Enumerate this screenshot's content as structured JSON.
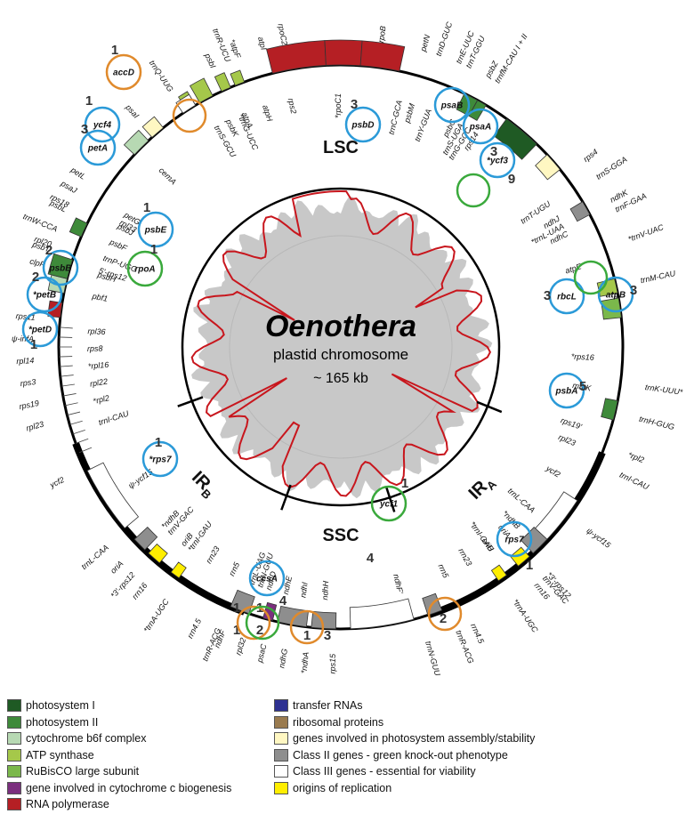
{
  "title": "Oenothera",
  "subtitle": "plastid chromosome",
  "size": "~ 165 kb",
  "regions": {
    "lsc": "LSC",
    "ssc": "SSC",
    "ira": "IR",
    "ira_sub": "A",
    "irb": "IR",
    "irb_sub": "B"
  },
  "colors": {
    "photosystem_I": "#1f5a24",
    "photosystem_II": "#3e8a3a",
    "cytochrome": "#b7d9b3",
    "atp": "#a5c84a",
    "rubisco": "#7bb84b",
    "cyt_c": "#7b2f7e",
    "rnap": "#b51f24",
    "trna": "#2e3192",
    "ribosomal": "#9a7b4f",
    "assembly": "#fff7c2",
    "class2": "#8e8e8e",
    "class3": "#ffffff",
    "ori": "#ffee00",
    "ring": "#000000",
    "gc_trace": "#c8161d",
    "gc_fill": "#b0b0b0",
    "circle_blue": "#2b9ad8",
    "circle_orange": "#e08a2c",
    "circle_green": "#3aa93c"
  },
  "genes": [
    {
      "label": "rpoC2",
      "angle": -11
    },
    {
      "label": "*rpoC1",
      "angle": 0
    },
    {
      "label": "rpoB",
      "angle": 8
    },
    {
      "label": "psbM",
      "angle": 17
    },
    {
      "label": "trnD-GUC",
      "angle": 19
    },
    {
      "label": "trnY-GUA",
      "angle": 21
    },
    {
      "label": "trnE-UUC",
      "angle": 23
    },
    {
      "label": "trnC-GCA",
      "angle": 14
    },
    {
      "label": "petN",
      "angle": 16
    },
    {
      "label": "trnS-UGA",
      "angle": 29
    },
    {
      "label": "trnfM-CAU I + II",
      "angle": 31
    },
    {
      "label": "rps14",
      "angle": 33
    },
    {
      "label": "trnT-GGU",
      "angle": 25
    },
    {
      "label": "psbC",
      "angle": 27
    },
    {
      "label": "psbZ",
      "angle": 29
    },
    {
      "label": "trnG-GCC",
      "angle": 31
    },
    {
      "label": "rps4",
      "angle": 53
    },
    {
      "label": "trnT-UGU",
      "angle": 56
    },
    {
      "label": "trnS-GGA",
      "angle": 57
    },
    {
      "label": "*trnL-UAA",
      "angle": 62
    },
    {
      "label": "trnF-GAA",
      "angle": 64
    },
    {
      "label": "ndhJ",
      "angle": 60
    },
    {
      "label": "ndhK",
      "angle": 62
    },
    {
      "label": "ndhC",
      "angle": 64
    },
    {
      "label": "*trnV-UAC",
      "angle": 70
    },
    {
      "label": "atpE",
      "angle": 72
    },
    {
      "label": "trnM-CAU",
      "angle": 78
    },
    {
      "label": "*rps16",
      "angle": 93
    },
    {
      "label": "trnK-UUU*",
      "angle": 98
    },
    {
      "label": "matK",
      "angle": 100
    },
    {
      "label": "trnH-GUG",
      "angle": 104
    },
    {
      "label": "rps19'",
      "angle": 109
    },
    {
      "label": "*rpl2",
      "angle": 111
    },
    {
      "label": "rpl23",
      "angle": 113
    },
    {
      "label": "trnI-CAU",
      "angle": 115
    },
    {
      "label": "ycf2",
      "angle": 121
    },
    {
      "label": "ψ-ycf15",
      "angle": 127
    },
    {
      "label": "trnL-CAA",
      "angle": 131
    },
    {
      "label": "trnV-GAC",
      "angle": 139
    },
    {
      "label": "oriA",
      "angle": 139
    },
    {
      "label": "rrn16",
      "angle": 141
    },
    {
      "label": "*trnI-GAU",
      "angle": 144
    },
    {
      "label": "*trnA-UGC",
      "angle": 146
    },
    {
      "label": "rrn23",
      "angle": 150
    },
    {
      "label": "rrn4.5",
      "angle": 155
    },
    {
      "label": "rrn5",
      "angle": 156
    },
    {
      "label": "trnR-ACG",
      "angle": 158
    },
    {
      "label": "*ndhB",
      "angle": 136
    },
    {
      "label": "*3'-rps12",
      "angle": 138
    },
    {
      "label": "oriB",
      "angle": 144
    },
    {
      "label": "trnN-GUU",
      "angle": 164
    },
    {
      "label": "ndhF'",
      "angle": 167
    },
    {
      "label": "rps15",
      "angle": 181
    },
    {
      "label": "ndhH",
      "angle": 183
    },
    {
      "label": "*ndhA",
      "angle": 186
    },
    {
      "label": "ndhI",
      "angle": 188
    },
    {
      "label": "ndhG",
      "angle": 190
    },
    {
      "label": "ndhE",
      "angle": 192
    },
    {
      "label": "psaC",
      "angle": 194
    },
    {
      "label": "ndhD",
      "angle": 196
    },
    {
      "label": "ndhF",
      "angle": 202
    },
    {
      "label": "trnN-GUU",
      "angle": 198
    },
    {
      "label": "rpl32",
      "angle": 198
    },
    {
      "label": "trnL-UAG",
      "angle": 200
    },
    {
      "label": "trnR-ACG",
      "angle": 203
    },
    {
      "label": "rrn5",
      "angle": 205
    },
    {
      "label": "rrn4.5",
      "angle": 207
    },
    {
      "label": "rrn23",
      "angle": 211
    },
    {
      "label": "*trnA-UGC",
      "angle": 214
    },
    {
      "label": "*trnI-GAU",
      "angle": 216
    },
    {
      "label": "rrn16",
      "angle": 219
    },
    {
      "label": "trnV-GAC",
      "angle": 222
    },
    {
      "label": "oriA",
      "angle": 225
    },
    {
      "label": "oriB",
      "angle": 218
    },
    {
      "label": "*3'-rps12",
      "angle": 222
    },
    {
      "label": "*ndhB",
      "angle": 224
    },
    {
      "label": "trnL-CAA",
      "angle": 229
    },
    {
      "label": "ψ-ycf15",
      "angle": 236
    },
    {
      "label": "ycf2",
      "angle": 244
    },
    {
      "label": "trnI-CAU",
      "angle": 252
    },
    {
      "label": "rpl23",
      "angle": 255
    },
    {
      "label": "*rpl2",
      "angle": 257
    },
    {
      "label": "rps19",
      "angle": 259
    },
    {
      "label": "rpl22",
      "angle": 261
    },
    {
      "label": "rps3",
      "angle": 263
    },
    {
      "label": "*rpl16",
      "angle": 265
    },
    {
      "label": "rpl14",
      "angle": 267
    },
    {
      "label": "rps8",
      "angle": 269
    },
    {
      "label": "ψ-infA",
      "angle": 271
    },
    {
      "label": "rpl36",
      "angle": 273
    },
    {
      "label": "rps11",
      "angle": 275
    },
    {
      "label": "pbf1",
      "angle": 281
    },
    {
      "label": "clpP",
      "angle": 285
    },
    {
      "label": "5'-rps12",
      "angle": 287
    },
    {
      "label": "rpl20",
      "angle": 289
    },
    {
      "label": "psbH",
      "angle": 286
    },
    {
      "label": "psbT",
      "angle": 288
    },
    {
      "label": "trnP-UGG",
      "angle": 290
    },
    {
      "label": "trnW-CCA",
      "angle": 292
    },
    {
      "label": "psbF",
      "angle": 294
    },
    {
      "label": "psbL",
      "angle": 296
    },
    {
      "label": "psbJ",
      "angle": 298
    },
    {
      "label": "rps18",
      "angle": 297
    },
    {
      "label": "rpl33",
      "angle": 299
    },
    {
      "label": "psaJ",
      "angle": 300
    },
    {
      "label": "petG",
      "angle": 301
    },
    {
      "label": "petL",
      "angle": 303
    },
    {
      "label": "cemA",
      "angle": 314
    },
    {
      "label": "psaI",
      "angle": 318
    },
    {
      "label": "psbK",
      "angle": 333
    },
    {
      "label": "psbI",
      "angle": 335
    },
    {
      "label": "*trnG-UCC",
      "angle": 336
    },
    {
      "label": "trnR-UCU",
      "angle": 338
    },
    {
      "label": "trnS-GCU",
      "angle": 330
    },
    {
      "label": "trnQ-UUG",
      "angle": 326
    },
    {
      "label": "atpA",
      "angle": 337
    },
    {
      "label": "*atpF",
      "angle": 340
    },
    {
      "label": "atpH",
      "angle": 342
    },
    {
      "label": "atpI",
      "angle": 345
    },
    {
      "label": "rps2",
      "angle": 348
    }
  ],
  "circled": [
    {
      "label": "accD",
      "color": "orange",
      "count": "1"
    },
    {
      "label": "ycf4",
      "color": "blue",
      "count": "1"
    },
    {
      "label": "petA",
      "color": "blue",
      "count": "3"
    },
    {
      "label": "psbE",
      "color": "blue",
      "count": "1"
    },
    {
      "label": "psbB",
      "color": "blue",
      "count": "2"
    },
    {
      "label": "*petB",
      "color": "blue",
      "count": "2"
    },
    {
      "label": "*petD",
      "color": "blue",
      "count": "1"
    },
    {
      "label": "rpoA",
      "color": "green",
      "count": "1"
    },
    {
      "label": "psbD",
      "color": "blue",
      "count": "3"
    },
    {
      "label": "psaB",
      "color": "blue",
      "count": ""
    },
    {
      "label": "psaA",
      "color": "blue",
      "count": "3"
    },
    {
      "label": "*ycf3",
      "color": "blue",
      "count": "9"
    },
    {
      "label": "atpB",
      "color": "blue",
      "count": "3"
    },
    {
      "label": "rbcL",
      "color": "blue",
      "count": "3"
    },
    {
      "label": "psbA",
      "color": "blue",
      "count": "5"
    },
    {
      "label": "rps7",
      "color": "blue",
      "count": "1"
    },
    {
      "label": "*rps7",
      "color": "blue",
      "count": "1"
    },
    {
      "label": "ycf1",
      "color": "green",
      "count": "1"
    },
    {
      "label": "ccsA",
      "color": "blue",
      "count": "4"
    }
  ],
  "counts": [
    "1",
    "2",
    "1",
    "3",
    "2",
    "4",
    "1",
    "1",
    "1",
    "1",
    "1",
    "1",
    "1",
    "1",
    "2"
  ],
  "legend": {
    "left": [
      {
        "key": "photosystem_I",
        "text": "photosystem I"
      },
      {
        "key": "photosystem_II",
        "text": "photosystem II"
      },
      {
        "key": "cytochrome",
        "text": "cytochrome b6f complex"
      },
      {
        "key": "atp",
        "text": "ATP synthase"
      },
      {
        "key": "rubisco",
        "text": "RuBisCO large subunit"
      },
      {
        "key": "cyt_c",
        "text": "gene involved in cytochrome c biogenesis"
      },
      {
        "key": "rnap",
        "text": "RNA polymerase"
      }
    ],
    "right": [
      {
        "key": "trna",
        "text": "transfer RNAs"
      },
      {
        "key": "ribosomal",
        "text": "ribosomal proteins"
      },
      {
        "key": "assembly",
        "text": "genes involved in photosystem assembly/stability"
      },
      {
        "key": "class2",
        "text": "Class II genes - green knock-out phenotype"
      },
      {
        "key": "class3",
        "text": "Class III genes - essential for viability"
      },
      {
        "key": "ori",
        "text": "origins of replication"
      }
    ]
  }
}
